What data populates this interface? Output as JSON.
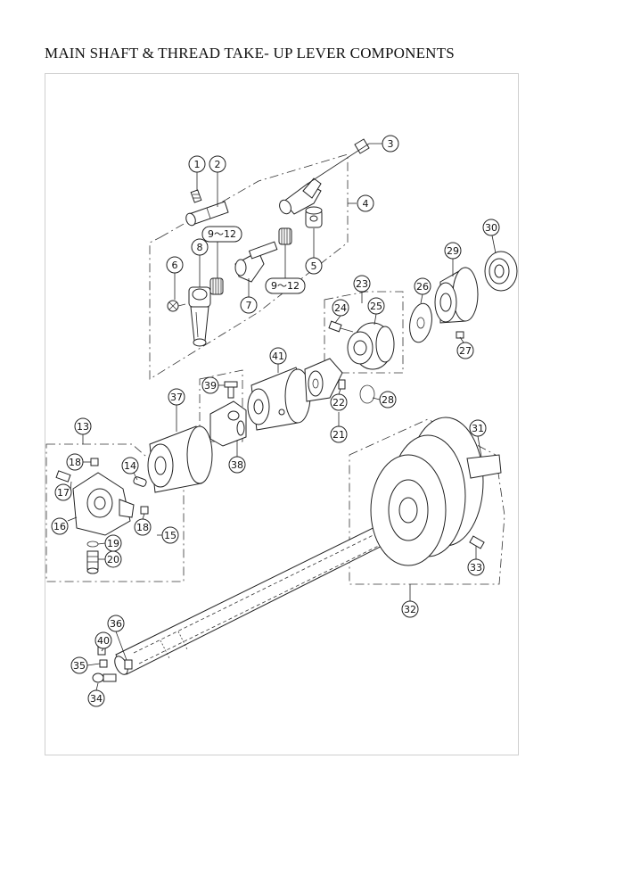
{
  "page": {
    "title": "MAIN SHAFT & THREAD TAKE- UP LEVER COMPONENTS"
  },
  "callouts": {
    "c1": "1",
    "c2": "2",
    "c3": "3",
    "c4": "4",
    "c5": "5",
    "c6": "6",
    "c7": "7",
    "c8": "8",
    "c9a": "9～12",
    "c9b": "9～12",
    "c13": "13",
    "c14": "14",
    "c15": "15",
    "c16": "16",
    "c17": "17",
    "c18a": "18",
    "c18b": "18",
    "c19": "19",
    "c20": "20",
    "c21": "21",
    "c22": "22",
    "c23": "23",
    "c24": "24",
    "c25": "25",
    "c26": "26",
    "c27": "27",
    "c28": "28",
    "c29": "29",
    "c30": "30",
    "c31": "31",
    "c32": "32",
    "c33": "33",
    "c34": "34",
    "c35": "35",
    "c36": "36",
    "c37": "37",
    "c38": "38",
    "c39": "39",
    "c40": "40",
    "c41": "41"
  }
}
